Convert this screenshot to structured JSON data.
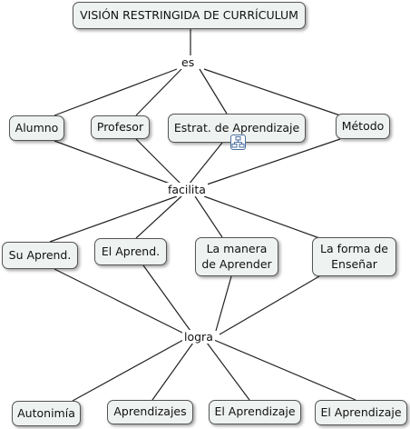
{
  "diagram": {
    "title": "VISIÓN RESTRINGIDA DE CURRÍCULUM",
    "links": {
      "es": "es",
      "facilita": "facilita",
      "logra": "logra"
    },
    "agents": [
      "Alumno",
      "Profesor",
      "Estrat. de Aprendizaje",
      "Método"
    ],
    "facilitated": [
      "Su Aprend.",
      "El Aprend.",
      "La manera\nde Aprender",
      "La forma de\nEnseñar"
    ],
    "outcomes": [
      "Autonimía",
      "Aprendizajes",
      "El Aprendizaje",
      "El Aprendizaje"
    ],
    "icon": "concept-map-link-icon",
    "colors": {
      "node_fill": "#eef2f0",
      "node_border": "#555555",
      "line": "#222222",
      "icon_accent": "#4a6fa0"
    }
  }
}
